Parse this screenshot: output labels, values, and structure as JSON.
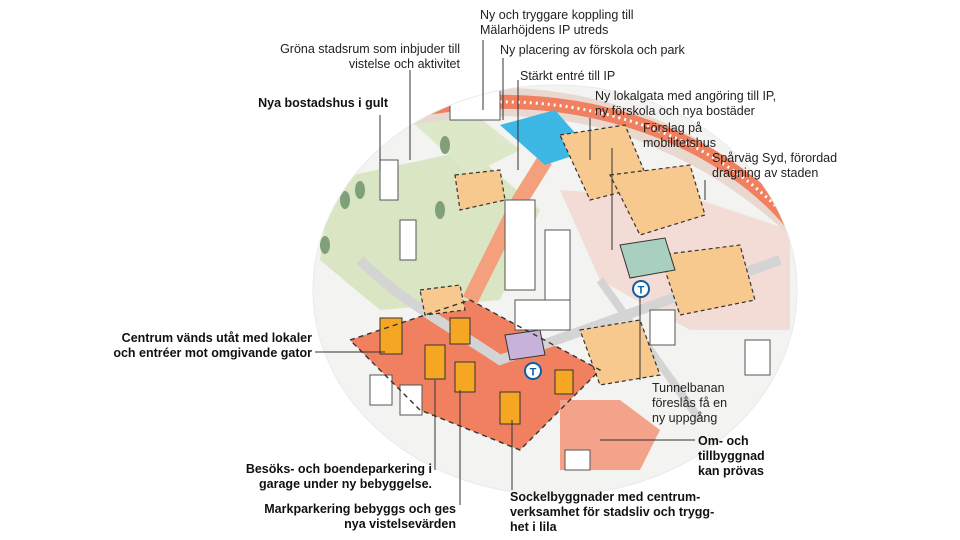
{
  "labels": {
    "gröna": "Gröna stadsrum som inbjuder till\nvistelse och aktivitet",
    "koppling": "Ny och tryggare koppling till\nMälarhöjdens IP utreds",
    "forskola_park": "Ny placering av förskola och park",
    "entre_ip": "Stärkt entré till IP",
    "bostadshus": "Nya bostadshus  i gult",
    "lokalgata": "Ny lokalgata med angöring till IP,\nny förskola och nya bostäder",
    "mobilitet": "Förslag på\nmobilitetshus",
    "sparvag": "Spårväg Syd, förordad\ndragning av staden",
    "centrum": "Centrum vänds utåt med lokaler\noch entréer mot omgivande gator",
    "tunnelbana": "Tunnelbanan\nföreslås få en\nny uppgång",
    "om_till": "Om- och\ntillbyggnad\nkan prövas",
    "parkering": "Besöks- och boendeparkering i\ngarage under ny bebyggelse.",
    "markparkering": "Markparkering bebyggs och ges\nnya vistelsevärden",
    "sockel": "Sockelbyggnader med centrum-\nverksamhet för stadsliv och trygg-\nhet i lila"
  },
  "metro_symbol": "T",
  "colors": {
    "yellow_buildings": "#F7C98F",
    "tower": "#F5A623",
    "red_zone": "#F08060",
    "green_space": "#D9E5C3",
    "blue_field": "#3DB7E4",
    "purple": "#C7B3DA",
    "dashed_outline": "#333333",
    "leader_line": "#333333",
    "metro": "#0A5FA8"
  }
}
